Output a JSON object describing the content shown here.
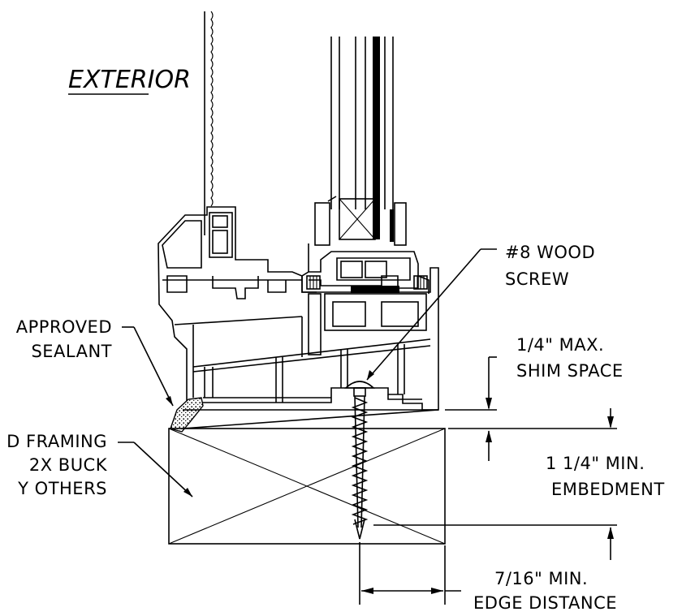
{
  "labels": {
    "exterior": "EXTERIOR",
    "screen": [
      "#8 WOOD",
      "SCREW"
    ],
    "sealant": [
      "APPROVED",
      "SEALANT"
    ],
    "framing": [
      "D FRAMING",
      "2X BUCK",
      "Y OTHERS"
    ],
    "shim": [
      "1/4\" MAX.",
      "SHIM SPACE"
    ],
    "embedment": [
      "1 1/4\" MIN.",
      "EMBEDMENT"
    ],
    "edge": [
      "7/16\" MIN.",
      "EDGE DISTANCE"
    ]
  },
  "colors": {
    "line": "#000000",
    "background": "#ffffff",
    "sealant_fill": "#bdbdbd"
  }
}
